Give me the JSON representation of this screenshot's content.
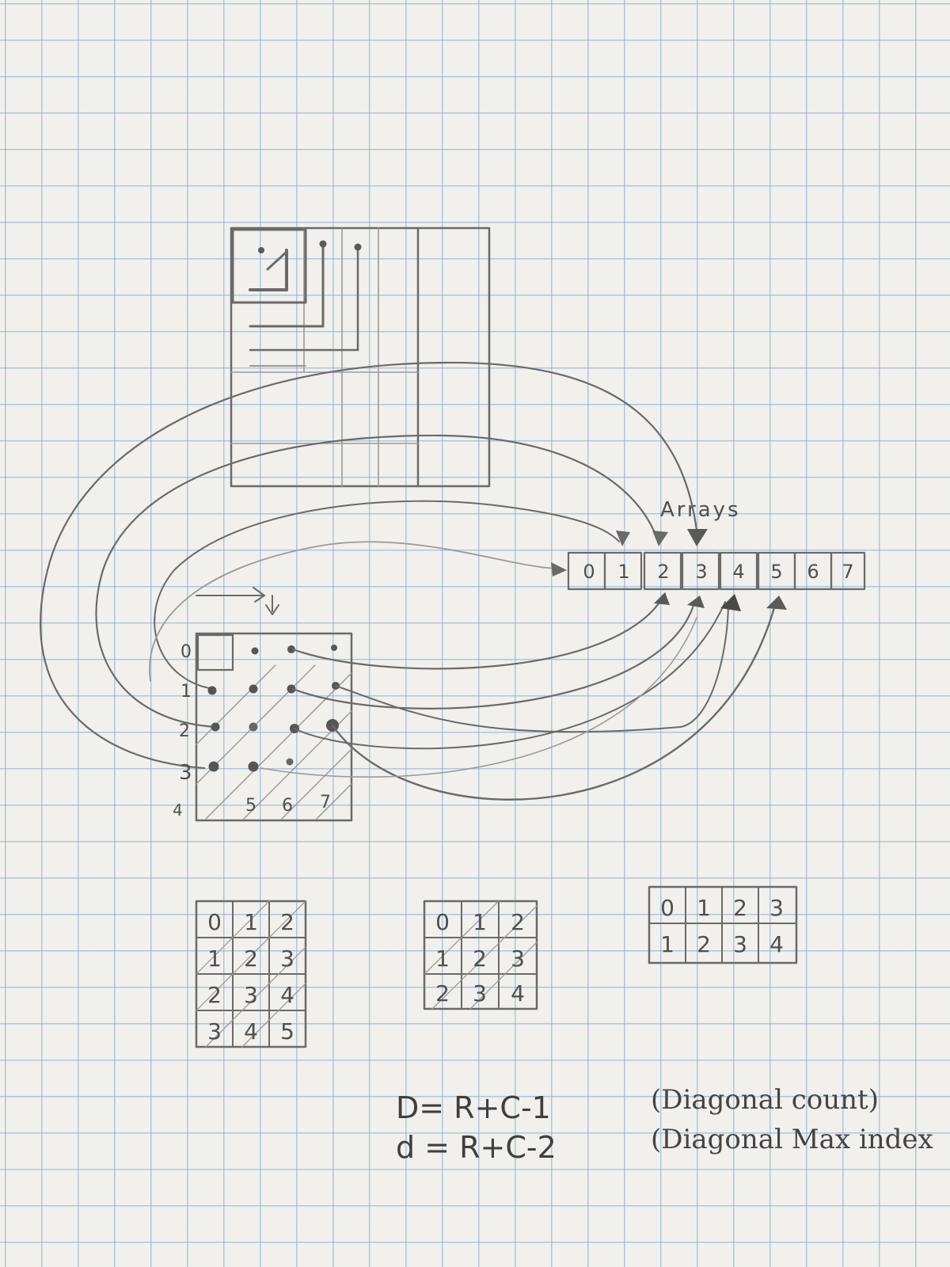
{
  "array": {
    "label": "Arrays",
    "cells": [
      "0",
      "1",
      "2",
      "3",
      "4",
      "5",
      "6",
      "7"
    ]
  },
  "matrix": {
    "row_labels": [
      "0",
      "1",
      "2",
      "3"
    ],
    "bottom_labels": [
      "4",
      "5",
      "6",
      "7"
    ]
  },
  "examples": [
    {
      "rows": [
        [
          "0",
          "1",
          "2"
        ],
        [
          "1",
          "2",
          "3"
        ],
        [
          "2",
          "3",
          "4"
        ],
        [
          "3",
          "4",
          "5"
        ]
      ]
    },
    {
      "rows": [
        [
          "0",
          "1",
          "2"
        ],
        [
          "1",
          "2",
          "3"
        ],
        [
          "2",
          "3",
          "4"
        ]
      ]
    },
    {
      "rows": [
        [
          "0",
          "1",
          "2",
          "3"
        ],
        [
          "1",
          "2",
          "3",
          "4"
        ]
      ]
    }
  ],
  "formulas": [
    {
      "expr": "D= R+C-1",
      "note": "(Diagonal count)"
    },
    {
      "expr": "d = R+C-2",
      "note": "(Diagonal Max index"
    }
  ]
}
